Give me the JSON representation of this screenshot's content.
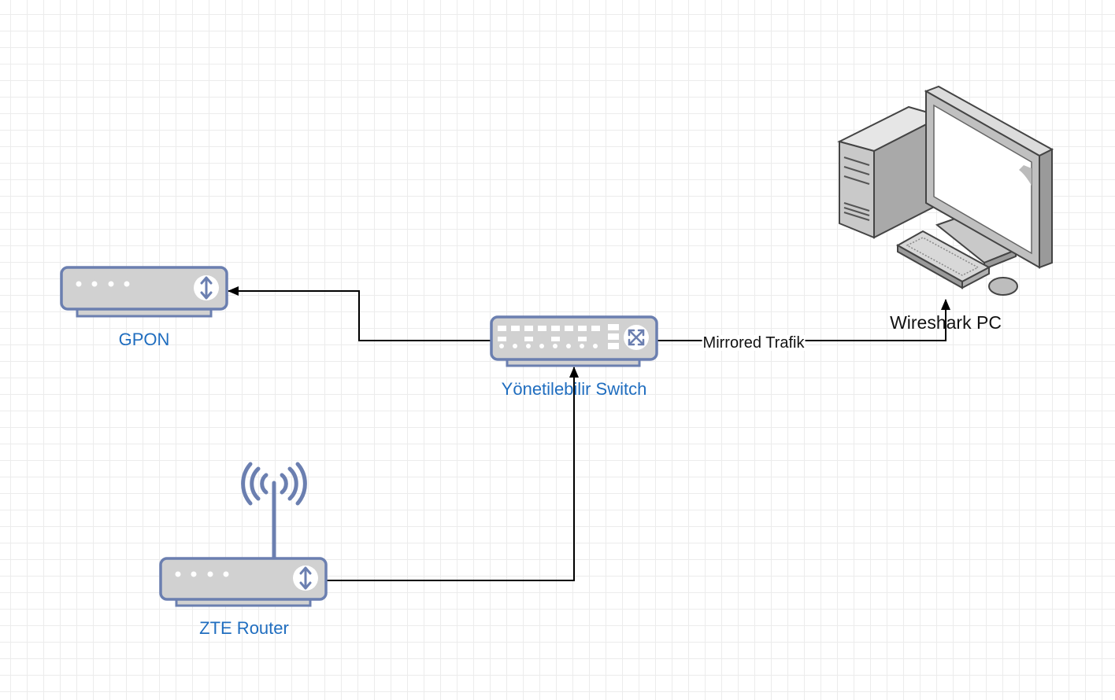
{
  "nodes": {
    "gpon": {
      "label": "GPON"
    },
    "switch": {
      "label": "Yönetilebilir Switch"
    },
    "router": {
      "label": "ZTE Router"
    },
    "pc": {
      "label": "Wireshark PC"
    }
  },
  "edges": {
    "mirror": {
      "label": "Mirrored Trafik"
    }
  },
  "colors": {
    "device_fill": "#d1d1d1",
    "device_stroke": "#6b7fb0",
    "label_blue": "#1f6dbf",
    "line": "#000000"
  }
}
